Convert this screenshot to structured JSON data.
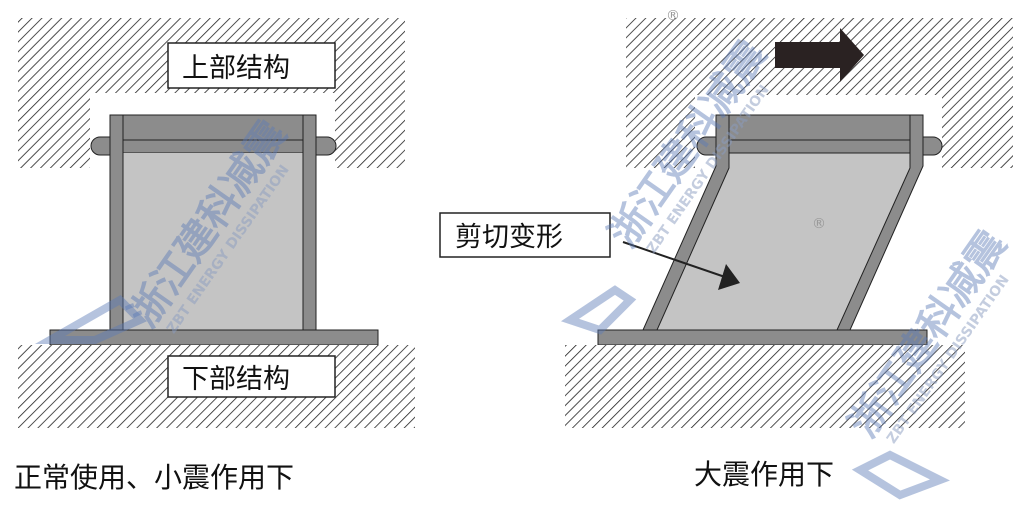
{
  "left": {
    "upper_label": "上部结构",
    "lower_label": "下部结构",
    "caption": "正常使用、小震作用下"
  },
  "right": {
    "annotation_label": "剪切变形",
    "caption": "大震作用下"
  },
  "watermark": {
    "cn": "浙江建科减震",
    "en": "ZBT ENERGY DISSIPATION",
    "mark": "®"
  },
  "colors": {
    "plate": "#8c8c8c",
    "rubber": "#c4c4c4",
    "watermark": "#5b7bb5"
  }
}
